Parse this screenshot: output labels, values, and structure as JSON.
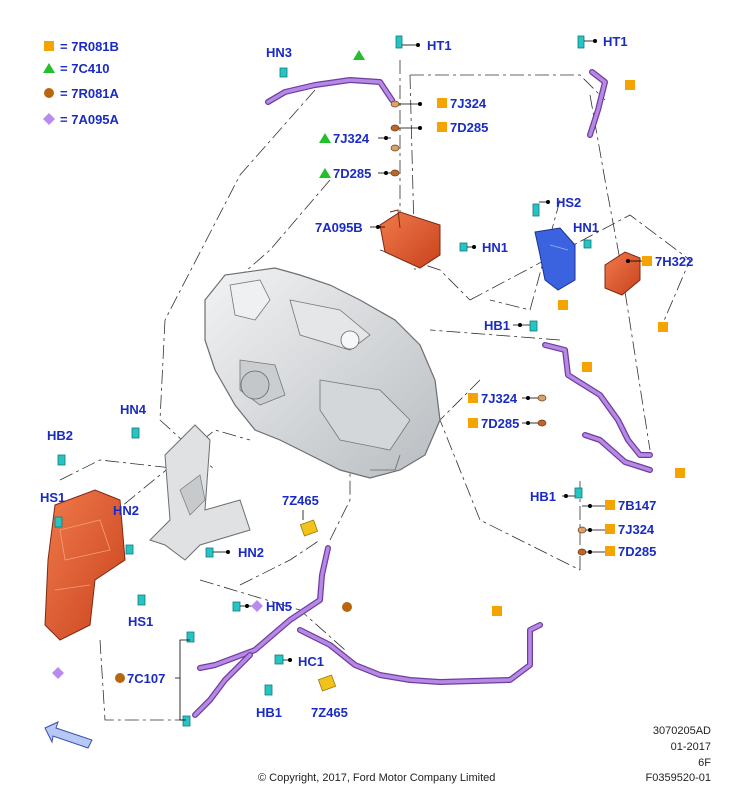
{
  "legend": [
    {
      "symbol": "square",
      "color": "#f5a300",
      "code": "7R081B"
    },
    {
      "symbol": "triangle",
      "color": "#22c02a",
      "code": "7C410"
    },
    {
      "symbol": "circle",
      "color": "#b8670f",
      "code": "7R081A"
    },
    {
      "symbol": "diamond",
      "color": "#b98af0",
      "code": "7A095A"
    }
  ],
  "labels": {
    "ht1_left": "HT1",
    "ht1_right": "HT1",
    "hn3": "HN3",
    "j324_a": "7J324",
    "d285_a": "7D285",
    "j324_tri": "7J324",
    "d285_tri": "7D285",
    "a095b": "7A095B",
    "hn1_mid": "HN1",
    "hs2": "HS2",
    "hn1_right": "HN1",
    "h322": "7H322",
    "hb1_mid": "HB1",
    "j324_b": "7J324",
    "d285_b": "7D285",
    "hb1_right": "HB1",
    "b147": "7B147",
    "j324_c": "7J324",
    "d285_c": "7D285",
    "hn4": "HN4",
    "hb2": "HB2",
    "hs1_top": "HS1",
    "hn2_left": "HN2",
    "hn2_right": "HN2",
    "hs1_bottom": "HS1",
    "z465_top": "7Z465",
    "hn5": "HN5",
    "hc1": "HC1",
    "c107": "7C107",
    "hb1_bottom": "HB1",
    "z465_bottom": "7Z465"
  },
  "info": {
    "ref_code": "3070205AD",
    "date": "01-2017",
    "section": "6F",
    "figure": "F0359520-01",
    "copyright": "© Copyright, 2017, Ford Motor Company Limited"
  },
  "colors": {
    "label_blue": "#1a2bc4",
    "hose_purple": "#a86fd8",
    "cooler_red": "#e0532a",
    "bracket_blue": "#3b63e0",
    "clamp_cyan": "#27c4c4",
    "transmission_grey": "#d9dcdf"
  }
}
